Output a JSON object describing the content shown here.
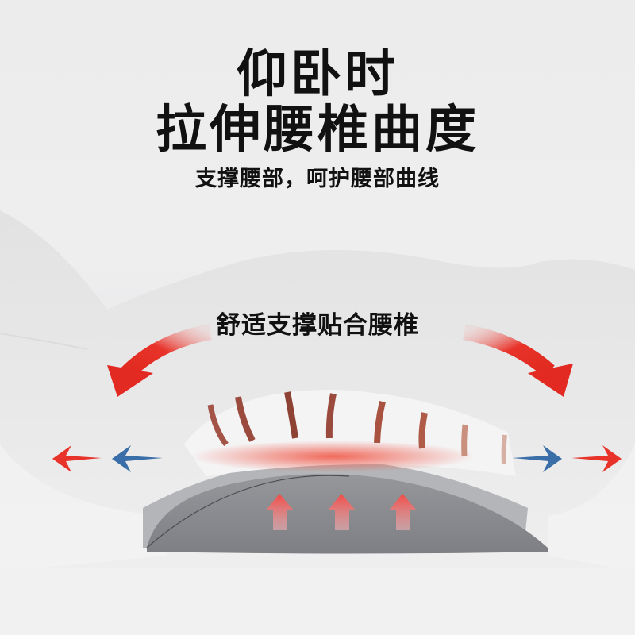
{
  "headline": {
    "line1": "仰卧时",
    "line2": "拉伸腰椎曲度"
  },
  "subtitle": "支撑腰部，呵护腰部曲线",
  "callout": "舒适支撑贴合腰椎",
  "colors": {
    "background": "#ececec",
    "text": "#111111",
    "arrow_red": "#e8332a",
    "arrow_blue": "#3a6ea8",
    "cushion_gray": "#8a8b90",
    "cushion_top": "#b9babd"
  },
  "illustration": {
    "curved_arrows": [
      "left-curved-arrow",
      "right-curved-arrow"
    ],
    "horizontal_arrows": [
      "red-left",
      "blue-left",
      "blue-right",
      "red-right"
    ],
    "upward_arrows_count": 3
  }
}
